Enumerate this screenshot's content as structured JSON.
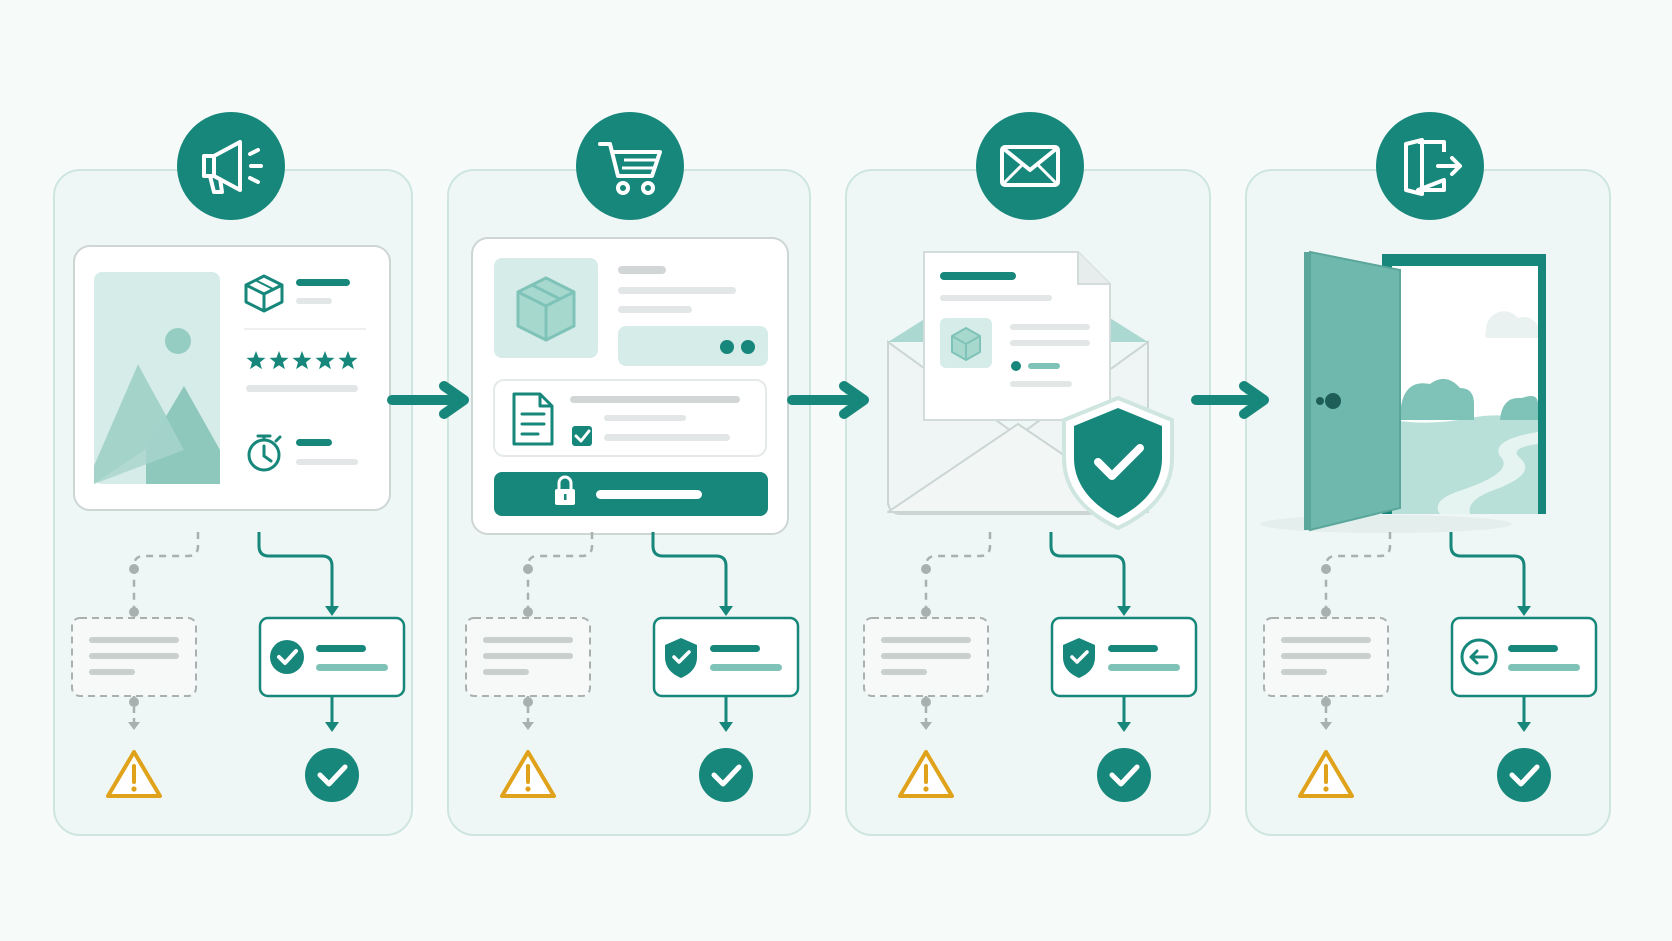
{
  "colors": {
    "teal": "#16877a",
    "teal_light": "#7fc3b8",
    "teal_pale": "#cfe8e3",
    "panel_fill": "#eef7f5",
    "panel_border": "#cfe5e0",
    "gray_line": "#c9cfcf",
    "gray_dash": "#a9b0b0",
    "warning": "#e0a21a"
  },
  "stages": [
    {
      "id": "promotion",
      "icon": "megaphone-icon",
      "card_icon": "product-preview",
      "success_icon": "check-circle-icon"
    },
    {
      "id": "checkout",
      "icon": "shopping-cart-icon",
      "card_icon": "checkout-form",
      "success_icon": "shield-check-icon"
    },
    {
      "id": "confirmation",
      "icon": "envelope-icon",
      "card_icon": "secure-email",
      "success_icon": "shield-check-icon"
    },
    {
      "id": "exit",
      "icon": "exit-door-icon",
      "card_icon": "open-door",
      "success_icon": "back-arrow-circle-icon"
    }
  ],
  "outcomes": {
    "failure_icon": "warning-triangle-icon",
    "success_icon": "check-circle-icon"
  },
  "rating_stars": 5
}
